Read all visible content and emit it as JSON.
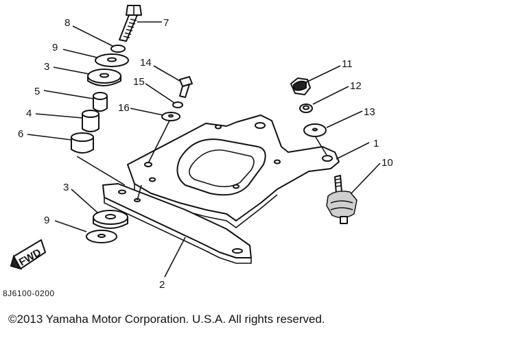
{
  "figure_code": "8J6100-0200",
  "copyright": "©2013 Yamaha Motor Corporation. U.S.A. All rights reserved.",
  "fwd_label": "FWD",
  "callouts": [
    {
      "num": "1"
    },
    {
      "num": "2"
    },
    {
      "num": "3"
    },
    {
      "num": "3"
    },
    {
      "num": "4"
    },
    {
      "num": "5"
    },
    {
      "num": "6"
    },
    {
      "num": "7"
    },
    {
      "num": "8"
    },
    {
      "num": "9"
    },
    {
      "num": "9"
    },
    {
      "num": "10"
    },
    {
      "num": "11"
    },
    {
      "num": "12"
    },
    {
      "num": "13"
    },
    {
      "num": "14"
    },
    {
      "num": "15"
    },
    {
      "num": "16"
    }
  ]
}
